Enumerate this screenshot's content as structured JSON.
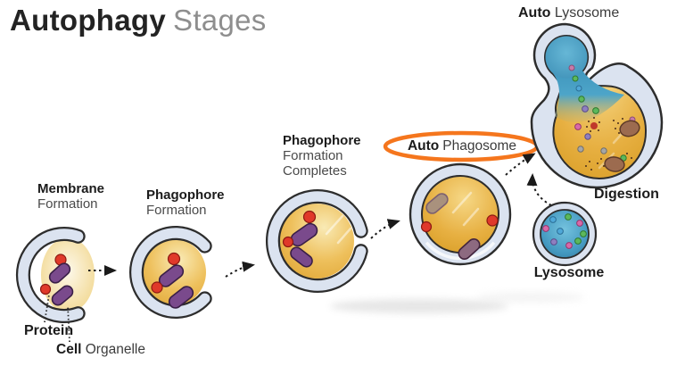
{
  "title": {
    "primary": "Autophagy",
    "secondary": "Stages"
  },
  "stage_labels": {
    "membrane": {
      "bold": "Membrane",
      "rest": "Formation"
    },
    "phagophore": {
      "bold": "Phagophore",
      "rest": "Formation"
    },
    "completes": {
      "bold": "Phagophore",
      "line2": "Formation",
      "line3": "Completes"
    },
    "autophagosome": {
      "bold": "Auto",
      "rest": "Phagosome"
    },
    "lysosome": "Lysosome",
    "autolysosome": {
      "bold": "Auto",
      "rest": "Lysosome"
    },
    "digestion": "Digestion"
  },
  "callouts": {
    "protein": "Protein",
    "cell_organelle": {
      "bold": "Cell",
      "rest": "Organelle"
    }
  },
  "colors": {
    "membrane_fill": "#dbe3f0",
    "outline": "#2d2d2d",
    "gold": "#e8b64a",
    "cream": "#f7ecd3",
    "protein_red": "#e0392a",
    "organelle_purple": "#7a4a8c",
    "lysosome_blue": "#4da5c9",
    "highlight_orange": "#f5761d",
    "title_gray": "#8e8e8e"
  }
}
